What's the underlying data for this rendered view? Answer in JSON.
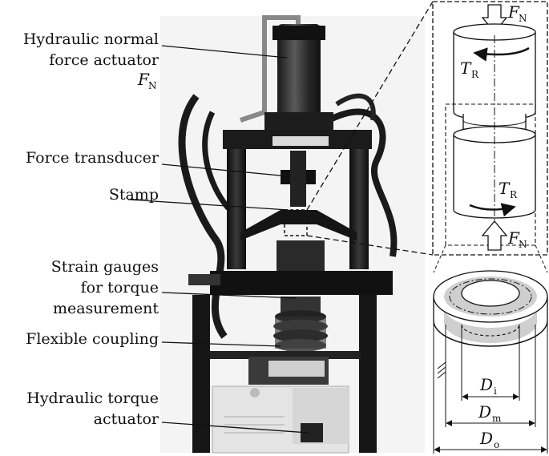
{
  "labels": {
    "normal_actuator": [
      "Hydraulic normal",
      "force actuator"
    ],
    "fn_symbol": "F",
    "fn_sub": "N",
    "force_transducer": "Force transducer",
    "stamp": "Stamp",
    "strain_gauges": [
      "Strain gauges",
      "for torque",
      "measurement"
    ],
    "flexible_coupling": "Flexible coupling",
    "torque_actuator": [
      "Hydraulic torque",
      "actuator"
    ]
  },
  "detail": {
    "fn_top": "F",
    "fn_top_sub": "N",
    "tr_top": "T",
    "tr_top_sub": "R",
    "tr_bottom": "T",
    "tr_bottom_sub": "R",
    "fn_bottom": "F",
    "fn_bottom_sub": "N"
  },
  "annulus": {
    "di": "D",
    "di_sub": "i",
    "dm": "D",
    "dm_sub": "m",
    "do": "D",
    "do_sub": "o"
  }
}
